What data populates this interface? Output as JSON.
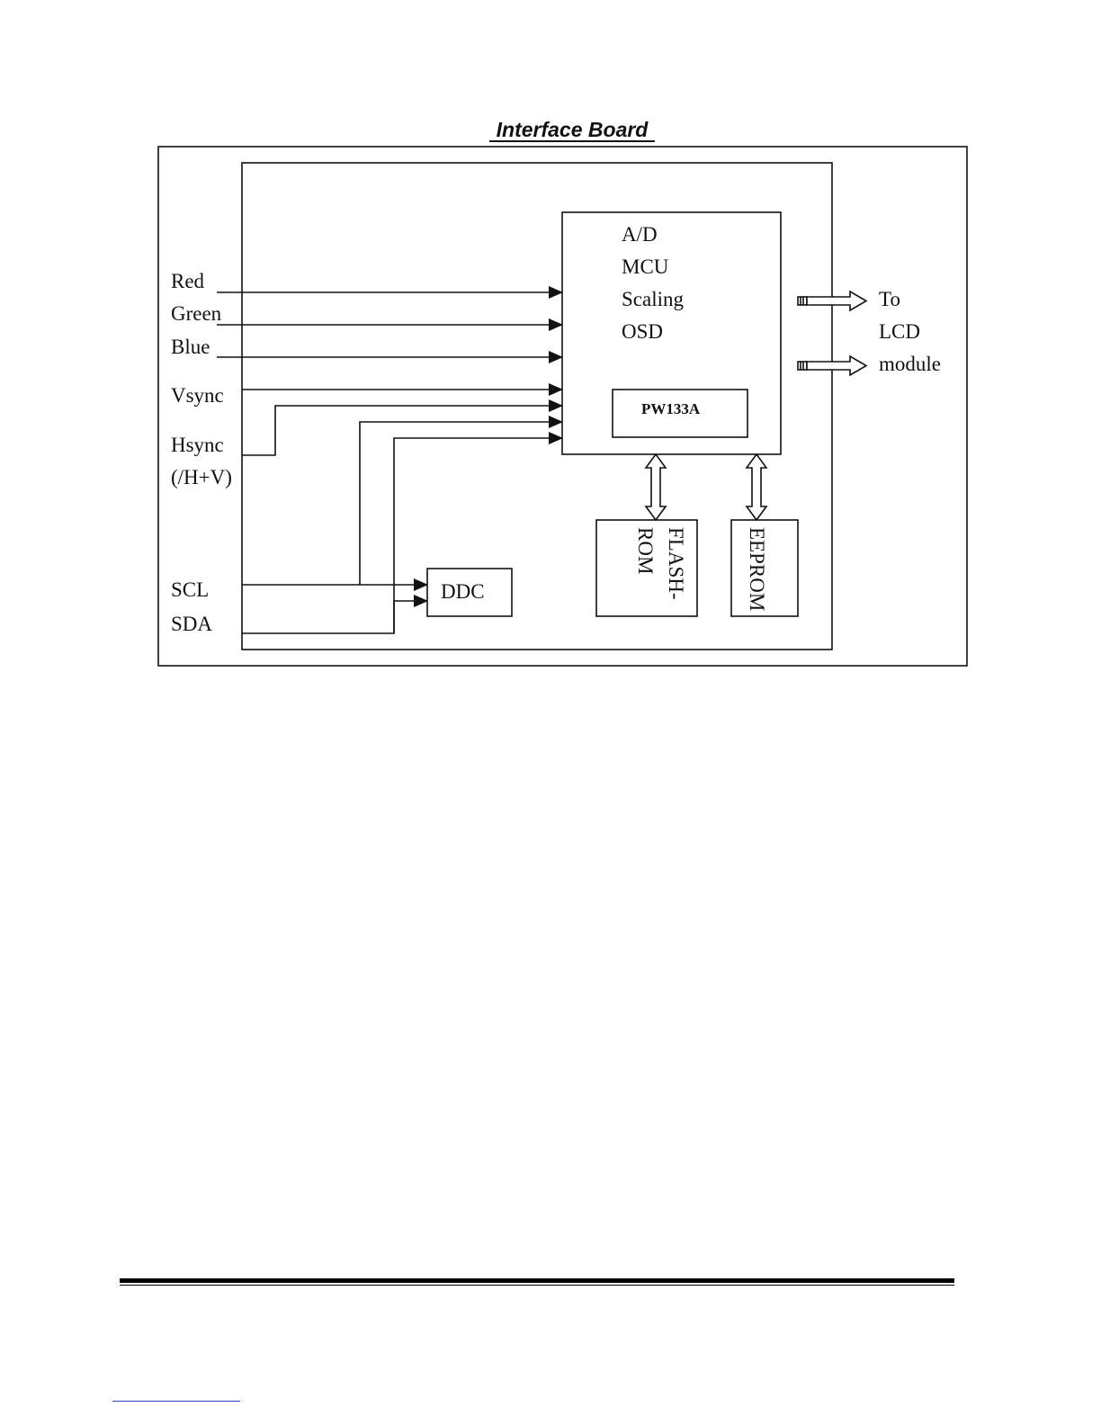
{
  "title": "Interface Board",
  "inputs": {
    "red": "Red",
    "green": "Green",
    "blue": "Blue",
    "vsync": "Vsync",
    "hsync": "Hsync",
    "hsync_sub": "(/H+V)",
    "scl": "SCL",
    "sda": "SDA"
  },
  "main_block": {
    "lines": [
      "A/D",
      "MCU",
      "Scaling",
      "OSD"
    ],
    "chip": "PW133A"
  },
  "ddc": "DDC",
  "flash_rom": {
    "line1": "FLASH-",
    "line2": "ROM"
  },
  "eeprom": "EEPROM",
  "output": {
    "line1": "To",
    "line2": "LCD",
    "line3": "module"
  },
  "colors": {
    "ink": "#111111",
    "link_rule": "#2b3fc8"
  }
}
